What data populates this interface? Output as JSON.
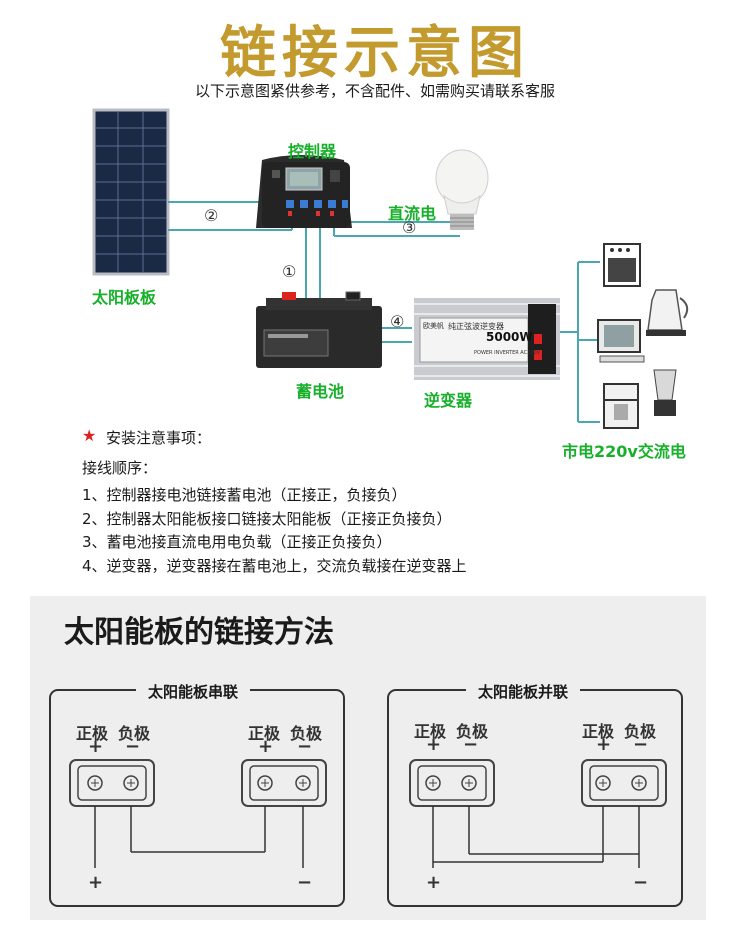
{
  "title": "链接示意图",
  "subtitle": "以下示意图紧供参考，不含配件、如需购买请联系客服",
  "components": {
    "solar_panel": "太阳板板",
    "controller": "控制器",
    "dc_light": "直流电",
    "battery": "蓄电池",
    "inverter": "逆变器",
    "ac_mains": "市电220v交流电"
  },
  "devices": {
    "inverter_power": "5000W",
    "inverter_brand": "欧美帆",
    "inverter_name": "纯正弦波逆变器",
    "inverter_sub": "POWER INVERTER AC220V"
  },
  "markers": [
    "①",
    "②",
    "③",
    "④"
  ],
  "notes": {
    "star": "★",
    "heading": "安装注意事项：",
    "order_heading": "接线顺序：",
    "items": [
      "1、控制器接电池链接蓄电池（正接正，负接负）",
      "2、控制器太阳能板接口链接太阳能板（正接正负接负）",
      "3、蓄电池接直流电用电负载（正接正负接负）",
      "4、逆变器，逆变器接在蓄电池上，交流负载接在逆变器上"
    ]
  },
  "panel_methods": {
    "title": "太阳能板的链接方法",
    "series": {
      "label": "太阳能板串联",
      "pos_label": "正极",
      "neg_label": "负极",
      "plus": "+",
      "minus": "−"
    },
    "parallel": {
      "label": "太阳能板并联",
      "pos_label": "正极",
      "neg_label": "负极",
      "plus": "+",
      "minus": "−"
    }
  },
  "colors": {
    "title": "#c29a2d",
    "label_green": "#17b02a",
    "star_red": "#e02020",
    "wire": "#4aa6b0"
  }
}
